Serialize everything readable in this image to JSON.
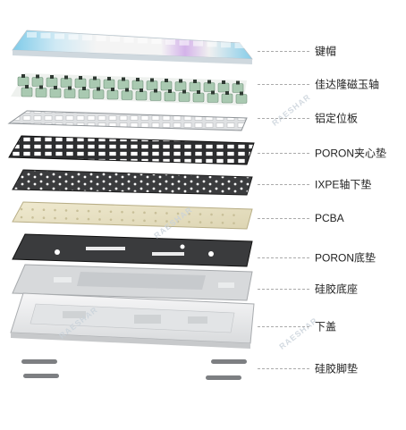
{
  "layers": [
    {
      "label": "键帽"
    },
    {
      "label": "佳达隆磁玉轴"
    },
    {
      "label": "铝定位板"
    },
    {
      "label": "PORON夹心垫"
    },
    {
      "label": "IXPE轴下垫"
    },
    {
      "label": "PCBA"
    },
    {
      "label": "PORON底垫"
    },
    {
      "label": "硅胶底座"
    },
    {
      "label": "下盖"
    },
    {
      "label": "硅胶脚垫"
    }
  ],
  "watermark": {
    "text": "RAESHAR"
  },
  "colors": {
    "keycap_blue": "#8fd0ea",
    "keycap_white": "#f2f2f2",
    "keycap_purple": "#c9a7e6",
    "switch_green": "#9bc3a6",
    "plate_aluminum": "#d8dadc",
    "poron_dark": "#2c2c2e",
    "ixpe_dark": "#3a3b3d",
    "pcba": "#e8e2c4",
    "bottom_gray": "#d0d2d4",
    "case_white": "#ecedee"
  }
}
